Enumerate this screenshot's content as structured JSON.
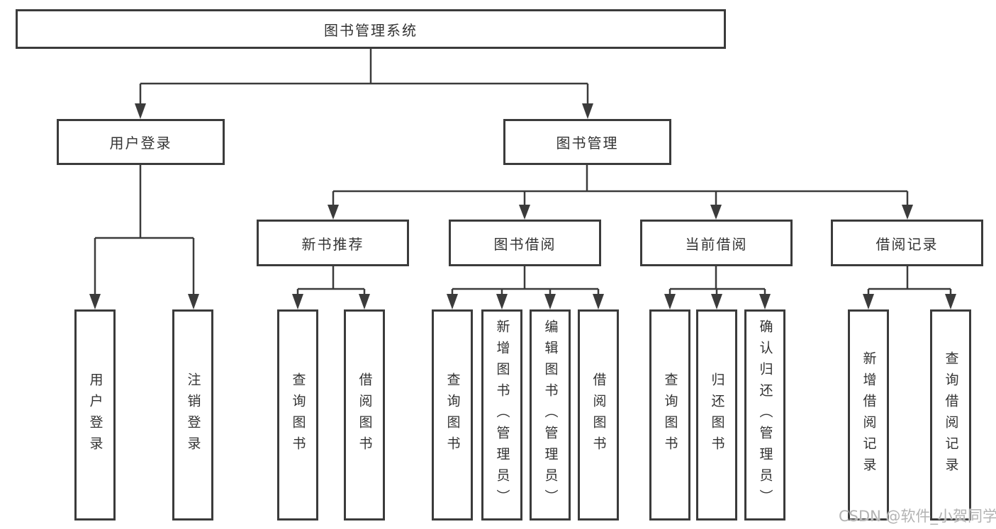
{
  "tree": {
    "label": "图书管理系统",
    "children": [
      {
        "label": "用户登录",
        "children": [
          {
            "label": "用户登录"
          },
          {
            "label": "注销登录"
          }
        ]
      },
      {
        "label": "图书管理",
        "children": [
          {
            "label": "新书推荐",
            "children": [
              {
                "label": "查询图书"
              },
              {
                "label": "借阅图书"
              }
            ]
          },
          {
            "label": "图书借阅",
            "children": [
              {
                "label": "查询图书"
              },
              {
                "label": "新增图书（管理员）"
              },
              {
                "label": "编辑图书（管理员）"
              },
              {
                "label": "借阅图书"
              }
            ]
          },
          {
            "label": "当前借阅",
            "children": [
              {
                "label": "查询图书"
              },
              {
                "label": "归还图书"
              },
              {
                "label": "确认归还（管理员）"
              }
            ]
          },
          {
            "label": "借阅记录",
            "children": [
              {
                "label": "新增借阅记录"
              },
              {
                "label": "查询借阅记录"
              }
            ]
          }
        ]
      }
    ]
  },
  "watermark": {
    "text": "CSDN @软件_小贺同学"
  },
  "colors": {
    "line": "#3b3b3b",
    "text": "#333333",
    "watermark": "#b3b3b3",
    "background": "#ffffff"
  }
}
